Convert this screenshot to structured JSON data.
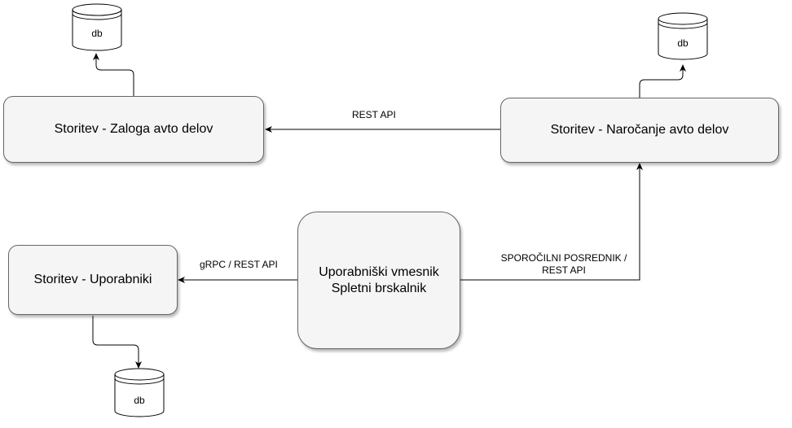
{
  "services": {
    "zaloga": "Storitev - Zaloga avto delov",
    "narocanje": "Storitev - Naročanje avto delov",
    "uporabniki": "Storitev - Uporabniki"
  },
  "ui": {
    "line1": "Uporabniški vmesnik",
    "line2": "Spletni brskalnik"
  },
  "edges": {
    "rest_api": "REST API",
    "grpc_rest": "gRPC / REST API",
    "broker_line1": "SPOROČILNI POSREDNIK /",
    "broker_line2": "REST API"
  },
  "databases": {
    "zaloga_db": "db",
    "narocanje_db": "db",
    "uporabniki_db": "db"
  }
}
